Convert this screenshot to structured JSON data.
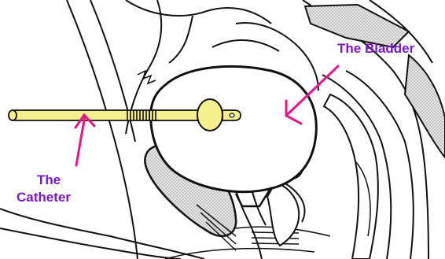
{
  "labels": {
    "bladder": "The Bladder",
    "catheter_line1": "The",
    "catheter_line2": "Catheter"
  },
  "colors": {
    "label_text": "#7a18c8",
    "arrow": "#e6168a",
    "catheter_fill": "#f5f08e",
    "outline": "#111111",
    "stipple_fill": "#cfcfcf"
  }
}
